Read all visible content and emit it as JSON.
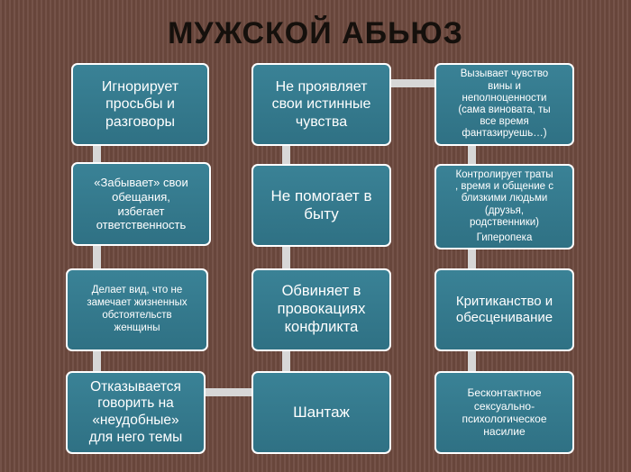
{
  "title": "МУЖСКОЙ  АБЬЮЗ",
  "colors": {
    "background": "#6e4a3f",
    "node_fill": "#3a8296",
    "node_border": "#ffffff",
    "connector": "#d7d7d7",
    "title_text": "#15100c"
  },
  "nodes": {
    "col1_1": "Игнорирует\nпросьбы  и\nразговоры",
    "col1_2": "«Забывает» свои\nобещания,\nизбегает\nответственность",
    "col1_3": "Делает вид, что не\nзамечает жизненных\nобстоятельств\nженщины",
    "col1_4": "Отказывается\nговорить на\n«неудобные»\nдля него темы",
    "col2_1": "Не проявляет\nсвои истинные\nчувства",
    "col2_2": "Не помогает в\nбыту",
    "col2_3": "Обвиняет в\nпровокациях\nконфликта",
    "col2_4": "Шантаж",
    "col3_1": "Вызывает чувство\nвины и\nнеполноценности\n(сама виновата, ты\nвсе время\nфантазируешь…)",
    "col3_2": "Контролирует траты\n, время и общение с\nблизкими людьми\n(друзья,\nродственники)",
    "col3_2_sub": "Гиперопека",
    "col3_3": "Критиканство и\nобесценивание",
    "col3_4": "Бесконтактное\nсексуально-\nпсихологическое\nнасилие"
  }
}
